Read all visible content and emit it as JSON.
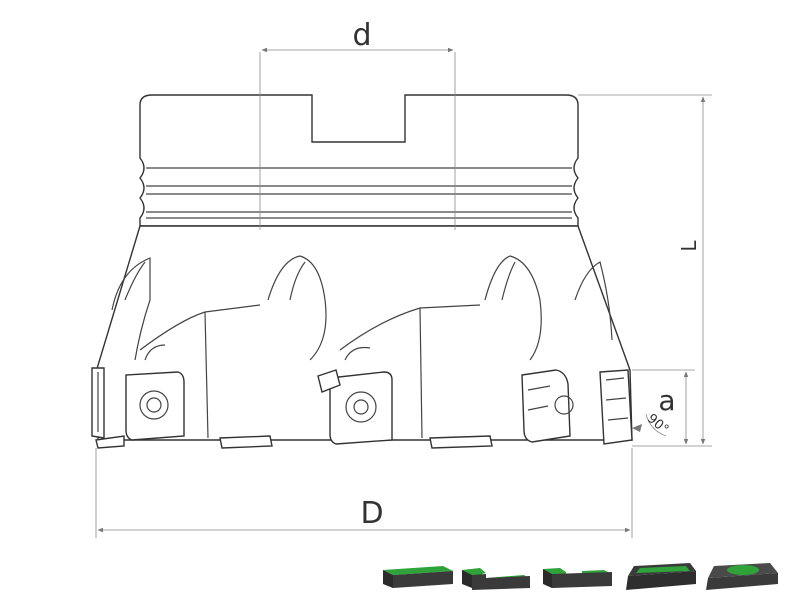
{
  "dimensions": {
    "d": "d",
    "D": "D",
    "L": "L",
    "a": "a",
    "angle": "90°"
  },
  "insert_icons": [
    {
      "name": "insert-profile-flat"
    },
    {
      "name": "insert-profile-step"
    },
    {
      "name": "insert-profile-notch"
    },
    {
      "name": "insert-isometric-frame"
    },
    {
      "name": "insert-isometric-round"
    }
  ],
  "colors": {
    "line": "#444444",
    "dimension": "#8a8a8a",
    "insert_dark": "#3a3a3a",
    "insert_green": "#2fa33a"
  }
}
